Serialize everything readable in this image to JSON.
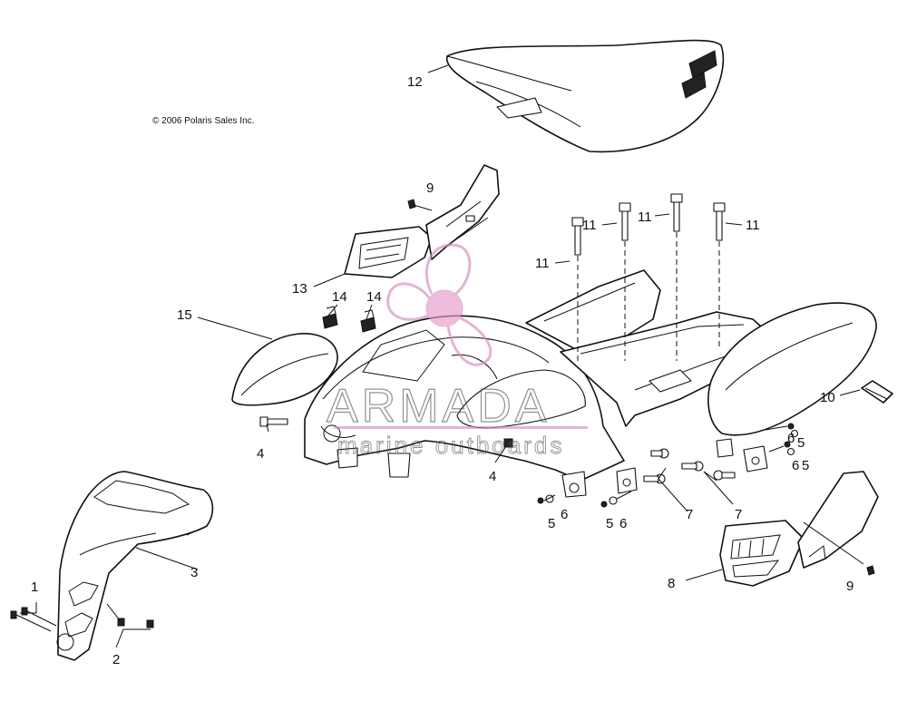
{
  "copyright": "© 2006 Polaris Sales Inc.",
  "watermark": {
    "brand": "ARMADA",
    "tagline": "marine outboards",
    "logo_color": "#e79ac8",
    "line_color": "#d08fc0"
  },
  "callouts": {
    "c1": "1",
    "c2": "2",
    "c3": "3",
    "c4a": "4",
    "c4b": "4",
    "c5a": "5",
    "c5b": "5",
    "c5c": "5",
    "c5d": "5",
    "c6a": "6",
    "c6b": "6",
    "c6c": "6",
    "c6d": "6",
    "c7a": "7",
    "c7b": "7",
    "c8": "8",
    "c9a": "9",
    "c9b": "9",
    "c10": "10",
    "c11a": "11",
    "c11b": "11",
    "c11c": "11",
    "c11d": "11",
    "c12": "12",
    "c13": "13",
    "c14a": "14",
    "c14b": "14",
    "c15": "15"
  }
}
